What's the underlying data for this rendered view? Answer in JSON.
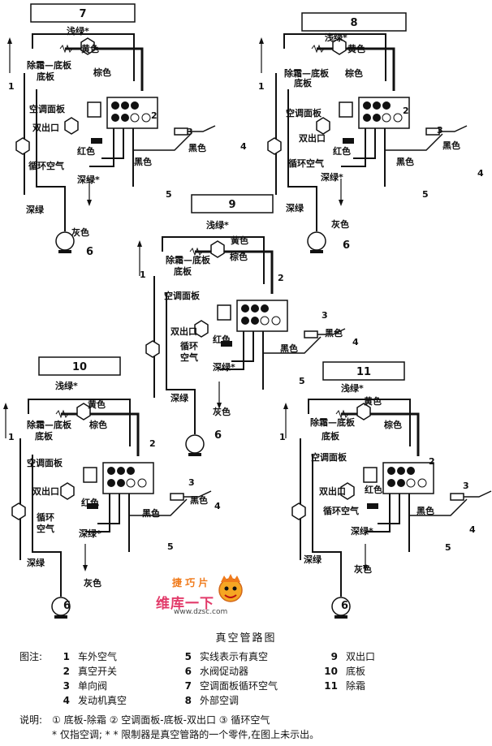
{
  "title": "真空管路图",
  "labels": {
    "light_green": "浅绿*",
    "yellow": "黄色",
    "brown": "棕色",
    "defrost_floor": "除霜—底板",
    "defrost_floor_short": "除霜—底板",
    "floor": "底板",
    "ac_panel": "空调面板",
    "dual_outlet": "双出口",
    "red": "红色",
    "recirc": "循环空气",
    "recirc_a": "循环",
    "recirc_b": "空气",
    "dark_green_star": "深绿*",
    "dark_green": "深绿",
    "gray": "灰色",
    "black": "黑色"
  },
  "diagrams": [
    {
      "id": "d7",
      "number": "7"
    },
    {
      "id": "d8",
      "number": "8"
    },
    {
      "id": "d9",
      "number": "9"
    },
    {
      "id": "d10",
      "number": "10"
    },
    {
      "id": "d11",
      "number": "11"
    }
  ],
  "legend": {
    "header": "图注:",
    "items": [
      {
        "n": "1",
        "t": "车外空气"
      },
      {
        "n": "2",
        "t": "真空开关"
      },
      {
        "n": "3",
        "t": "单向阀"
      },
      {
        "n": "4",
        "t": "发动机真空"
      },
      {
        "n": "5",
        "t": "实线表示有真空"
      },
      {
        "n": "6",
        "t": "水阀促动器"
      },
      {
        "n": "7",
        "t": "空调面板循环空气"
      },
      {
        "n": "8",
        "t": "外部空调"
      },
      {
        "n": "9",
        "t": "双出口"
      },
      {
        "n": "10",
        "t": "底板"
      },
      {
        "n": "11",
        "t": "除霜"
      }
    ],
    "note_header": "说明:",
    "note_line1": "① 底板-除霜  ② 空调面板-底板-双出口  ③ 循环空气",
    "note_line2": "* 仅指空调; * * 限制器是真空管路的一个零件,在图上未示出。"
  },
  "watermark": {
    "logo": "捷 巧 片",
    "brand": "维库一下",
    "url": "www.dzsc.com"
  }
}
